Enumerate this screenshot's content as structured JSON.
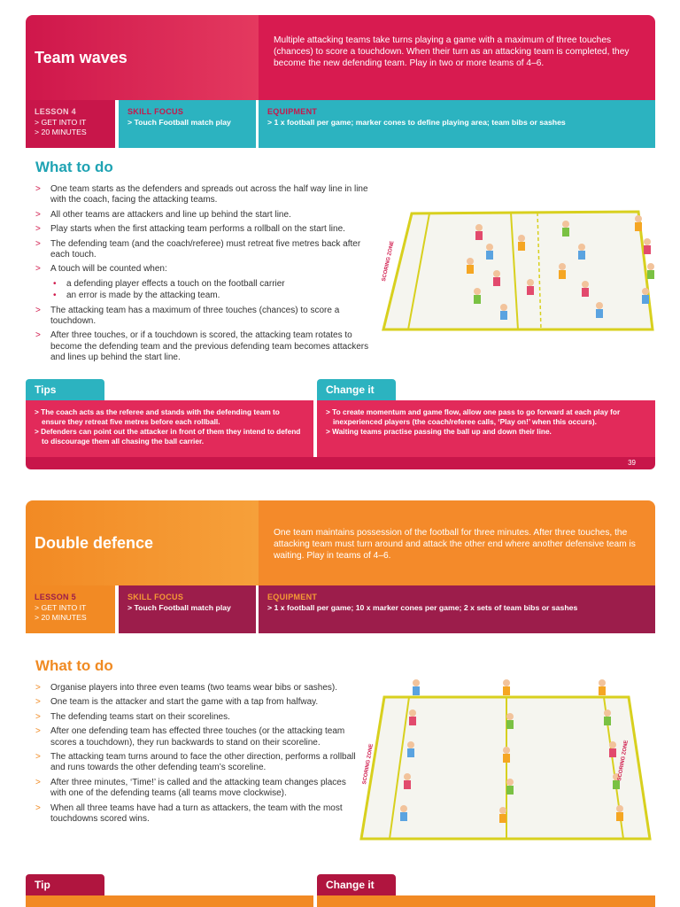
{
  "lesson4": {
    "title": "Team waves",
    "description": "Multiple attacking teams take turns playing a game with a maximum of three touches (chances) to score a touchdown. When their turn as an attacking team is completed, they become the new defending team. Play in two or more teams of 4–6.",
    "lesson_label": "LESSON 4",
    "lesson_lines": [
      "> GET INTO IT",
      "> 20 MINUTES"
    ],
    "skill_label": "SKILL FOCUS",
    "skill_text": "> Touch Football match play",
    "equipment_label": "EQUIPMENT",
    "equipment_text": "> 1 x football per game; marker cones to define playing area; team bibs or sashes",
    "what_to_do_title": "What to do",
    "steps": [
      "One team starts as the defenders and spreads out across the half way line in line with the coach, facing the attacking teams.",
      "All other teams are attackers and line up behind the start line.",
      "Play starts when the first attacking team performs a rollball on the start line.",
      "The defending team (and the coach/referee) must retreat five metres back after each touch.",
      "A touch will be counted when:"
    ],
    "sub_steps": [
      "a defending player effects a touch on the football carrier",
      "an error is made by the attacking team."
    ],
    "steps_after": [
      "The attacking team has a maximum of three touches (chances) to score a touchdown.",
      "After three touches, or if a touchdown is scored, the attacking team rotates to become the defending team and the previous defending team becomes attackers and lines up behind the start line."
    ],
    "scoring_zone_label": "SCORING ZONE",
    "tips_title": "Tips",
    "tips": [
      "> The coach acts as the referee and stands with the defending team to ensure they retreat five metres before each rollball.",
      "> Defenders can point out the attacker in front of them they intend to defend to discourage them all chasing the ball carrier."
    ],
    "change_title": "Change it",
    "changes": [
      "> To create momentum and game flow, allow one pass to go forward at each play for inexperienced players (the coach/referee calls, ‘Play on!’ when this occurs).",
      "> Waiting teams practise passing the ball up and down their line."
    ],
    "page_number": "39"
  },
  "lesson5": {
    "title": "Double defence",
    "description": "One team maintains possession of the football for three minutes. After three touches, the attacking team must turn around and attack the other end where another defensive team is waiting. Play in teams of 4–6.",
    "lesson_label": "LESSON 5",
    "lesson_lines": [
      "> GET INTO IT",
      "> 20 MINUTES"
    ],
    "skill_label": "SKILL FOCUS",
    "skill_text": "> Touch Football match play",
    "equipment_label": "EQUIPMENT",
    "equipment_text": "> 1 x football per game; 10 x marker cones per game; 2 x sets of team bibs or sashes",
    "what_to_do_title": "What to do",
    "steps": [
      "Organise players into three even teams (two teams wear bibs or sashes).",
      "One team is the attacker and start the game with a tap from halfway.",
      "The defending teams start on their scorelines.",
      "After one defending team has effected three touches (or the attacking team scores a touchdown), they run backwards to stand on their scoreline.",
      "The attacking team turns around to face the other direction, performs a rollball and runs towards the other defending team’s scoreline.",
      "After three minutes, ‘Time!’ is called and the attacking team changes places with one of the defending teams (all teams move clockwise).",
      "When all three teams have had a turn as attackers, the team with the most touchdowns scored wins."
    ],
    "scoring_zone_label": "SCORING ZONE",
    "tip_title": "Tip",
    "change_title": "Change it"
  },
  "colors": {
    "crimson": "#d01a4c",
    "crimson_light": "#e0365f",
    "crimson_dark": "#b0153f",
    "teal": "#2cb3c0",
    "teal_title": "#1fa3b3",
    "orange": "#f28a24",
    "orange_light": "#f59a35",
    "maroon": "#9c1d4b",
    "orange_title": "#f08a22",
    "field_line": "#d8d01e"
  },
  "icons": [
    "arrow-bullet-icon",
    "player-figure-icon"
  ]
}
